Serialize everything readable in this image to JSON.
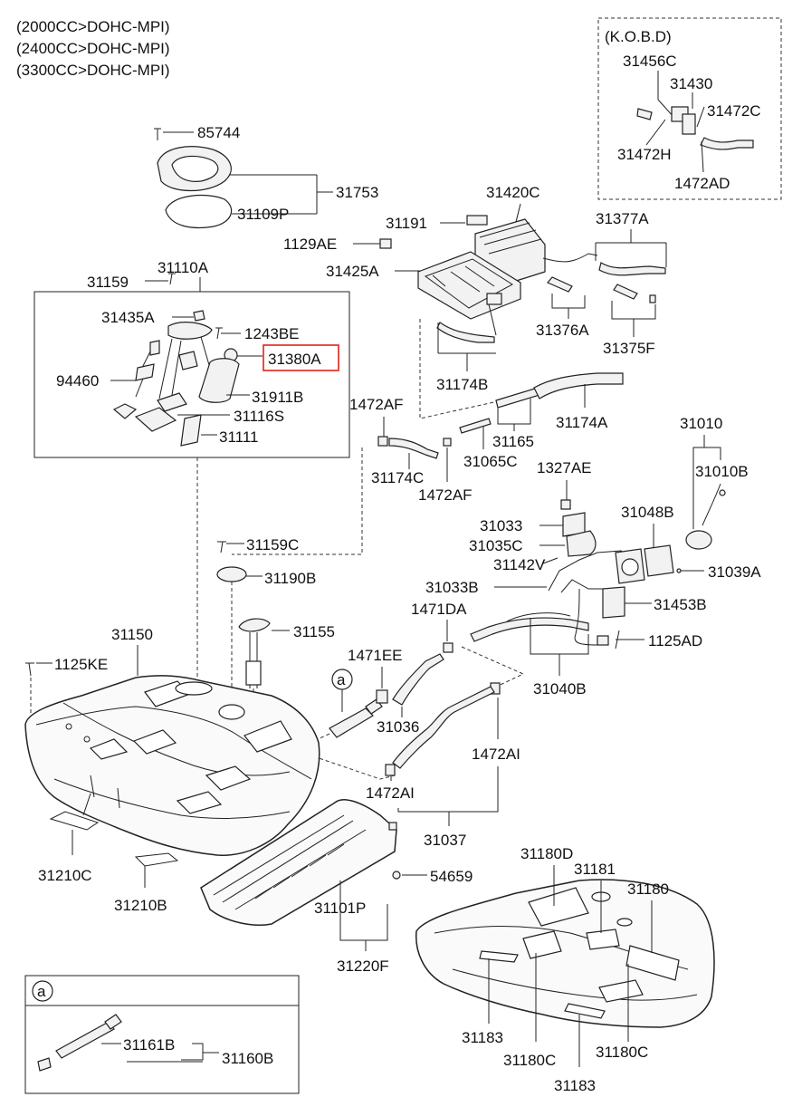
{
  "engine_notes": [
    "(2000CC>DOHC-MPI)",
    "(2400CC>DOHC-MPI)",
    "(3300CC>DOHC-MPI)"
  ],
  "kobd": {
    "title": "(K.O.B.D)",
    "parts": {
      "p31456C": "31456C",
      "p31430": "31430",
      "p31472C": "31472C",
      "p31472H": "31472H",
      "p1472AD": "1472AD"
    }
  },
  "highlight_color": "#e0221b",
  "parts": {
    "p85744": "85744",
    "p31753": "31753",
    "p31109P": "31109P",
    "p31420C": "31420C",
    "p31191": "31191",
    "p1129AE": "1129AE",
    "p31425A": "31425A",
    "p31377A": "31377A",
    "p31376A": "31376A",
    "p31375F": "31375F",
    "p31174B": "31174B",
    "p31159": "31159",
    "p31110A": "31110A",
    "p31435A": "31435A",
    "p1243BE": "1243BE",
    "p31380A": "31380A",
    "p94460": "94460",
    "p31911B": "31911B",
    "p31116S": "31116S",
    "p31111": "31111",
    "p1472AF_a": "1472AF",
    "p31174A": "31174A",
    "p31165": "31165",
    "p31174C": "31174C",
    "p31065C": "31065C",
    "p1472AF_b": "1472AF",
    "p31010": "31010",
    "p31010B": "31010B",
    "p1327AE": "1327AE",
    "p31048B": "31048B",
    "p31033": "31033",
    "p31035C": "31035C",
    "p31142V": "31142V",
    "p31039A": "31039A",
    "p31033B": "31033B",
    "p31453B": "31453B",
    "p1471DA": "1471DA",
    "p1125AD": "1125AD",
    "p31040B": "31040B",
    "p31159C": "31159C",
    "p31190B": "31190B",
    "p31155": "31155",
    "p31150": "31150",
    "p1125KE": "1125KE",
    "p1471EE": "1471EE",
    "p31036": "31036",
    "p1472AI_a": "1472AI",
    "p1472AI_b": "1472AI",
    "p31037": "31037",
    "p31210C": "31210C",
    "p31210B": "31210B",
    "p54659": "54659",
    "p31101P": "31101P",
    "p31220F": "31220F",
    "p31180D": "31180D",
    "p31181": "31181",
    "p31180": "31180",
    "p31183_a": "31183",
    "p31180C_a": "31180C",
    "p31180C_b": "31180C",
    "p31183_b": "31183"
  },
  "callout": "a",
  "detail_box": {
    "tag": "a",
    "p31161B": "31161B",
    "p31160B": "31160B"
  }
}
